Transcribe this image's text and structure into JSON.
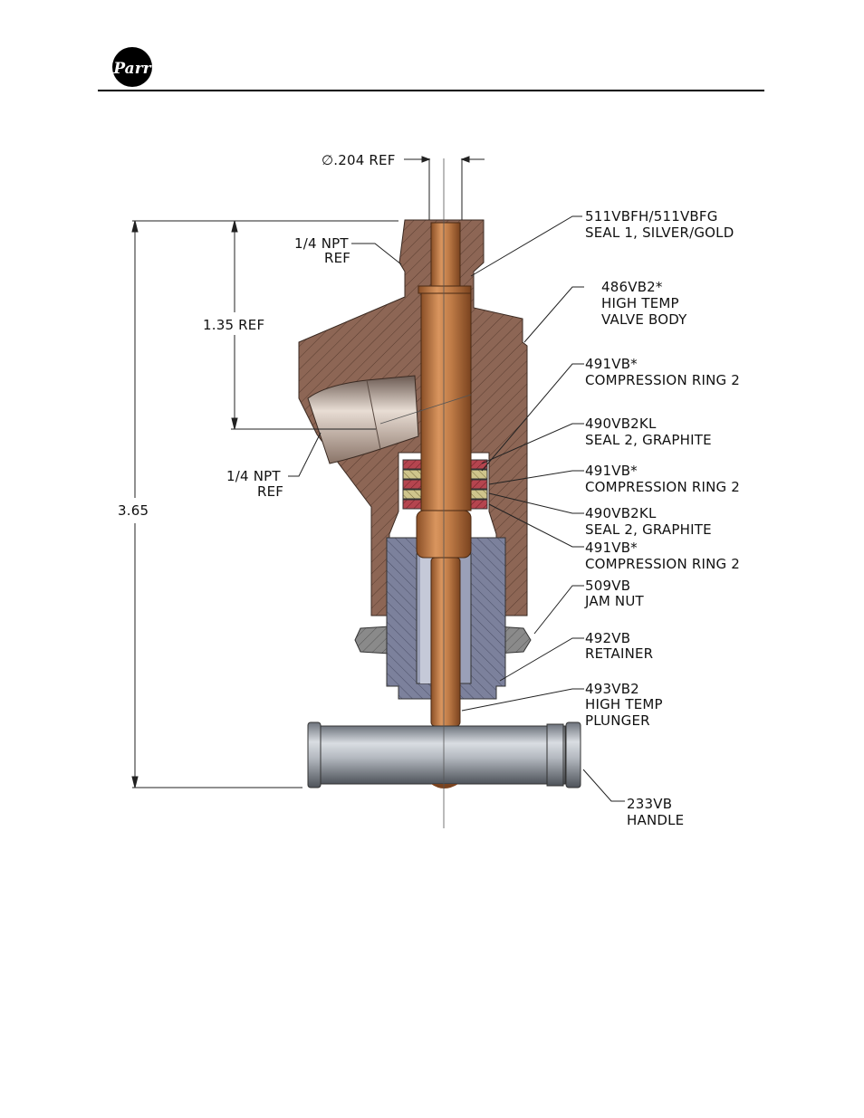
{
  "logo": {
    "text": "Parr",
    "icon": "parr-logo"
  },
  "colors": {
    "copper": "#b8743f",
    "body": "#8a6552",
    "retainer": "#7a7f99",
    "seal": "#b23a48",
    "ring": "#c9c08a",
    "steel": "#9aa0a8"
  },
  "dimensions": {
    "diameter": "∅.204 REF",
    "overall": "3.65",
    "port_offset": "1.35 REF",
    "npt_top": [
      "1/4 NPT",
      "REF"
    ],
    "npt_side": [
      "1/4 NPT",
      "REF"
    ]
  },
  "callouts": [
    {
      "part": "511VBFH/511VBFG",
      "desc": "SEAL 1, SILVER/GOLD"
    },
    {
      "part": "486VB2*",
      "desc": "HIGH TEMP",
      "desc2": "VALVE BODY"
    },
    {
      "part": "491VB*",
      "desc": "COMPRESSION RING 2"
    },
    {
      "part": "490VB2KL",
      "desc": "SEAL 2, GRAPHITE"
    },
    {
      "part": "491VB*",
      "desc": "COMPRESSION RING 2"
    },
    {
      "part": "490VB2KL",
      "desc": "SEAL 2, GRAPHITE"
    },
    {
      "part": "491VB*",
      "desc": "COMPRESSION RING 2"
    },
    {
      "part": "509VB",
      "desc": "JAM NUT"
    },
    {
      "part": "492VB",
      "desc": "RETAINER"
    },
    {
      "part": "493VB2",
      "desc": "HIGH TEMP",
      "desc2": "PLUNGER"
    },
    {
      "part": "233VB",
      "desc": "HANDLE"
    }
  ]
}
